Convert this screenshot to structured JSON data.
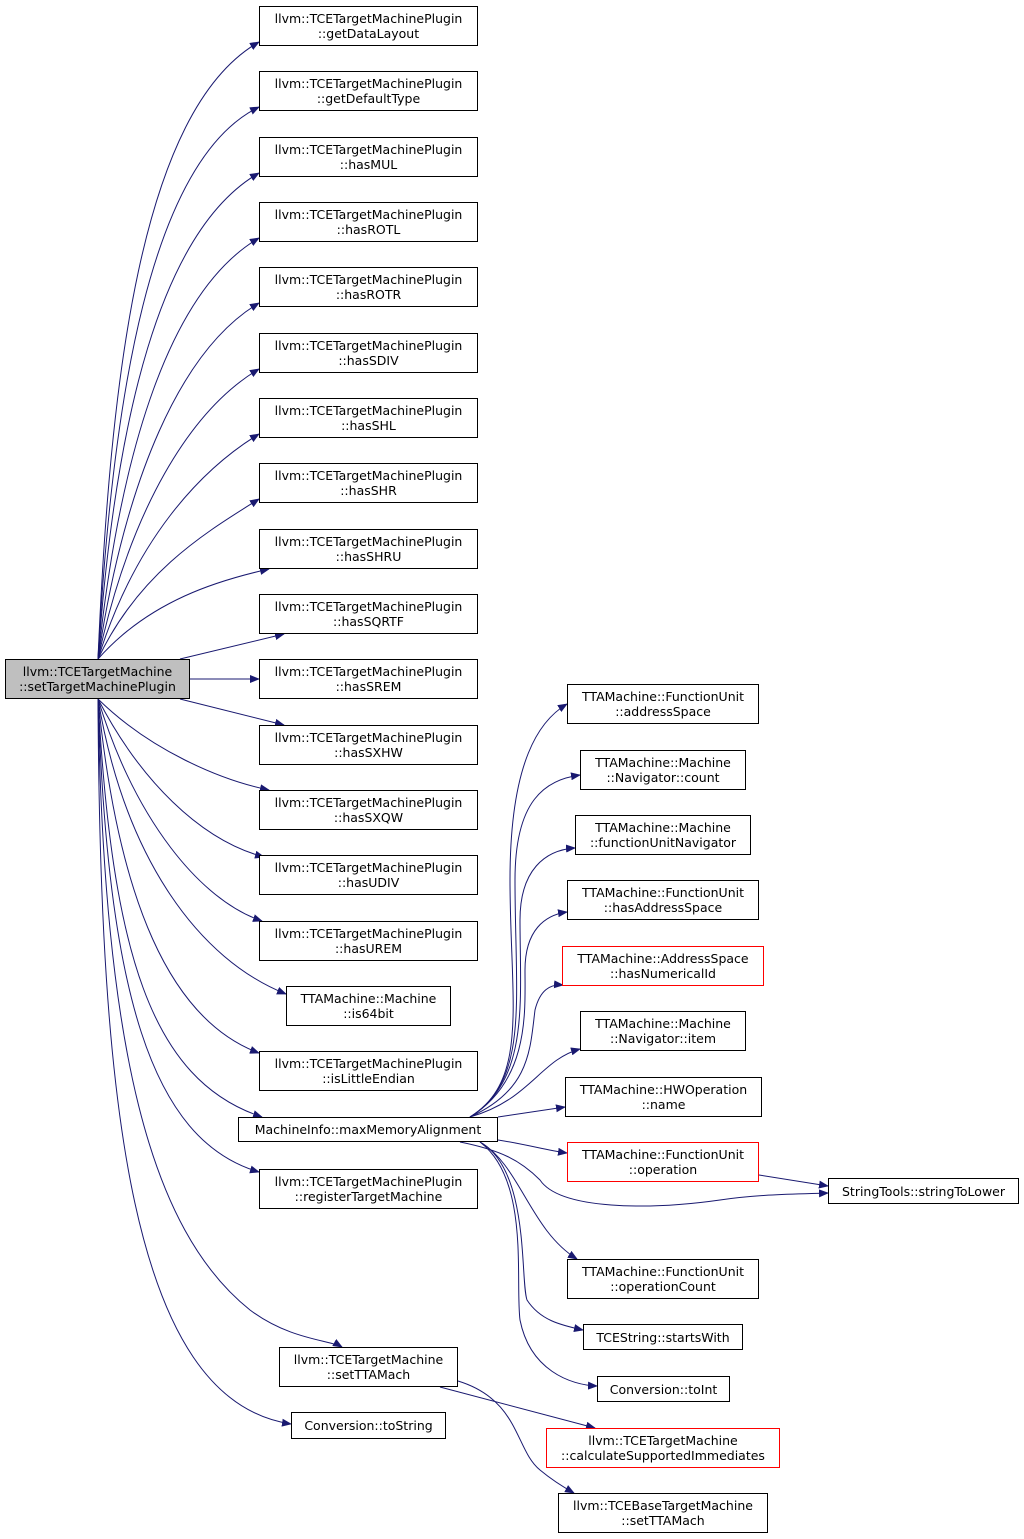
{
  "nodes": {
    "root": [
      "llvm::TCETargetMachine",
      "::setTargetMachinePlugin"
    ],
    "getDataLayout": [
      "llvm::TCETargetMachinePlugin",
      "::getDataLayout"
    ],
    "getDefaultType": [
      "llvm::TCETargetMachinePlugin",
      "::getDefaultType"
    ],
    "hasMUL": [
      "llvm::TCETargetMachinePlugin",
      "::hasMUL"
    ],
    "hasROTL": [
      "llvm::TCETargetMachinePlugin",
      "::hasROTL"
    ],
    "hasROTR": [
      "llvm::TCETargetMachinePlugin",
      "::hasROTR"
    ],
    "hasSDIV": [
      "llvm::TCETargetMachinePlugin",
      "::hasSDIV"
    ],
    "hasSHL": [
      "llvm::TCETargetMachinePlugin",
      "::hasSHL"
    ],
    "hasSHR": [
      "llvm::TCETargetMachinePlugin",
      "::hasSHR"
    ],
    "hasSHRU": [
      "llvm::TCETargetMachinePlugin",
      "::hasSHRU"
    ],
    "hasSQRTF": [
      "llvm::TCETargetMachinePlugin",
      "::hasSQRTF"
    ],
    "hasSREM": [
      "llvm::TCETargetMachinePlugin",
      "::hasSREM"
    ],
    "hasSXHW": [
      "llvm::TCETargetMachinePlugin",
      "::hasSXHW"
    ],
    "hasSXQW": [
      "llvm::TCETargetMachinePlugin",
      "::hasSXQW"
    ],
    "hasUDIV": [
      "llvm::TCETargetMachinePlugin",
      "::hasUDIV"
    ],
    "hasUREM": [
      "llvm::TCETargetMachinePlugin",
      "::hasUREM"
    ],
    "is64bit": [
      "TTAMachine::Machine",
      "::is64bit"
    ],
    "isLittleEndian": [
      "llvm::TCETargetMachinePlugin",
      "::isLittleEndian"
    ],
    "maxMemoryAlignment": [
      "MachineInfo::maxMemoryAlignment"
    ],
    "registerTargetMachine": [
      "llvm::TCETargetMachinePlugin",
      "::registerTargetMachine"
    ],
    "setTTAMach": [
      "llvm::TCETargetMachine",
      "::setTTAMach"
    ],
    "toString": [
      "Conversion::toString"
    ],
    "addressSpace": [
      "TTAMachine::FunctionUnit",
      "::addressSpace"
    ],
    "navCount": [
      "TTAMachine::Machine",
      "::Navigator::count"
    ],
    "functionUnitNavigator": [
      "TTAMachine::Machine",
      "::functionUnitNavigator"
    ],
    "hasAddressSpace": [
      "TTAMachine::FunctionUnit",
      "::hasAddressSpace"
    ],
    "hasNumericalId": [
      "TTAMachine::AddressSpace",
      "::hasNumericalId"
    ],
    "navItem": [
      "TTAMachine::Machine",
      "::Navigator::item"
    ],
    "hwName": [
      "TTAMachine::HWOperation",
      "::name"
    ],
    "fuOperation": [
      "TTAMachine::FunctionUnit",
      "::operation"
    ],
    "stringToLower": [
      "StringTools::stringToLower"
    ],
    "operationCount": [
      "TTAMachine::FunctionUnit",
      "::operationCount"
    ],
    "startsWith": [
      "TCEString::startsWith"
    ],
    "toInt": [
      "Conversion::toInt"
    ],
    "calculateSupportedImmediates": [
      "llvm::TCETargetMachine",
      "::calculateSupportedImmediates"
    ],
    "baseSetTTAMach": [
      "llvm::TCEBaseTargetMachine",
      "::setTTAMach"
    ]
  },
  "colors": {
    "edge": "#191970",
    "root_fill": "#bfbfbf",
    "node_border": "#000000",
    "truncated_border": "#ff0000"
  }
}
